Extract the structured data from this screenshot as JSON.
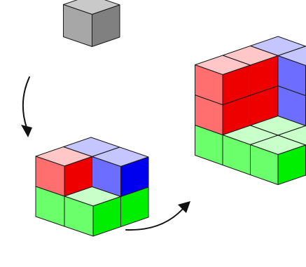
{
  "title": "",
  "stages": [
    {
      "name": "single-unit-cube",
      "cube_count": 1,
      "edge_units": 1,
      "face_colors": [
        "#c9c9c9",
        "#a7a7a7",
        "#808080"
      ]
    },
    {
      "name": "two-unit-corner-cube",
      "edge_units": 2,
      "visible_inner_faces": [
        "red-wall",
        "blue-wall",
        "green-floor"
      ]
    },
    {
      "name": "three-unit-corner-cube",
      "edge_units": 3,
      "visible_inner_faces": [
        "red-wall",
        "blue-wall",
        "green-floor"
      ]
    }
  ],
  "colors": {
    "red_top": "#ffc7c7",
    "red_left": "#ff6f6f",
    "red_right": "#ee0000",
    "blue_top": "#c5c5ff",
    "blue_left": "#6d6dff",
    "blue_right": "#0000ee",
    "green_top": "#c9ffc9",
    "green_left": "#6cff6c",
    "green_right": "#00ee00",
    "gray_top": "#c9c9c9",
    "gray_left": "#a7a7a7",
    "gray_right": "#808080",
    "outline": "#1a1a1a",
    "arrow": "#111111"
  },
  "arrows": [
    {
      "name": "arrow-down",
      "from": "single-unit-cube",
      "to": "two-unit-corner-cube"
    },
    {
      "name": "arrow-right",
      "from": "two-unit-corner-cube",
      "to": "three-unit-corner-cube"
    }
  ]
}
